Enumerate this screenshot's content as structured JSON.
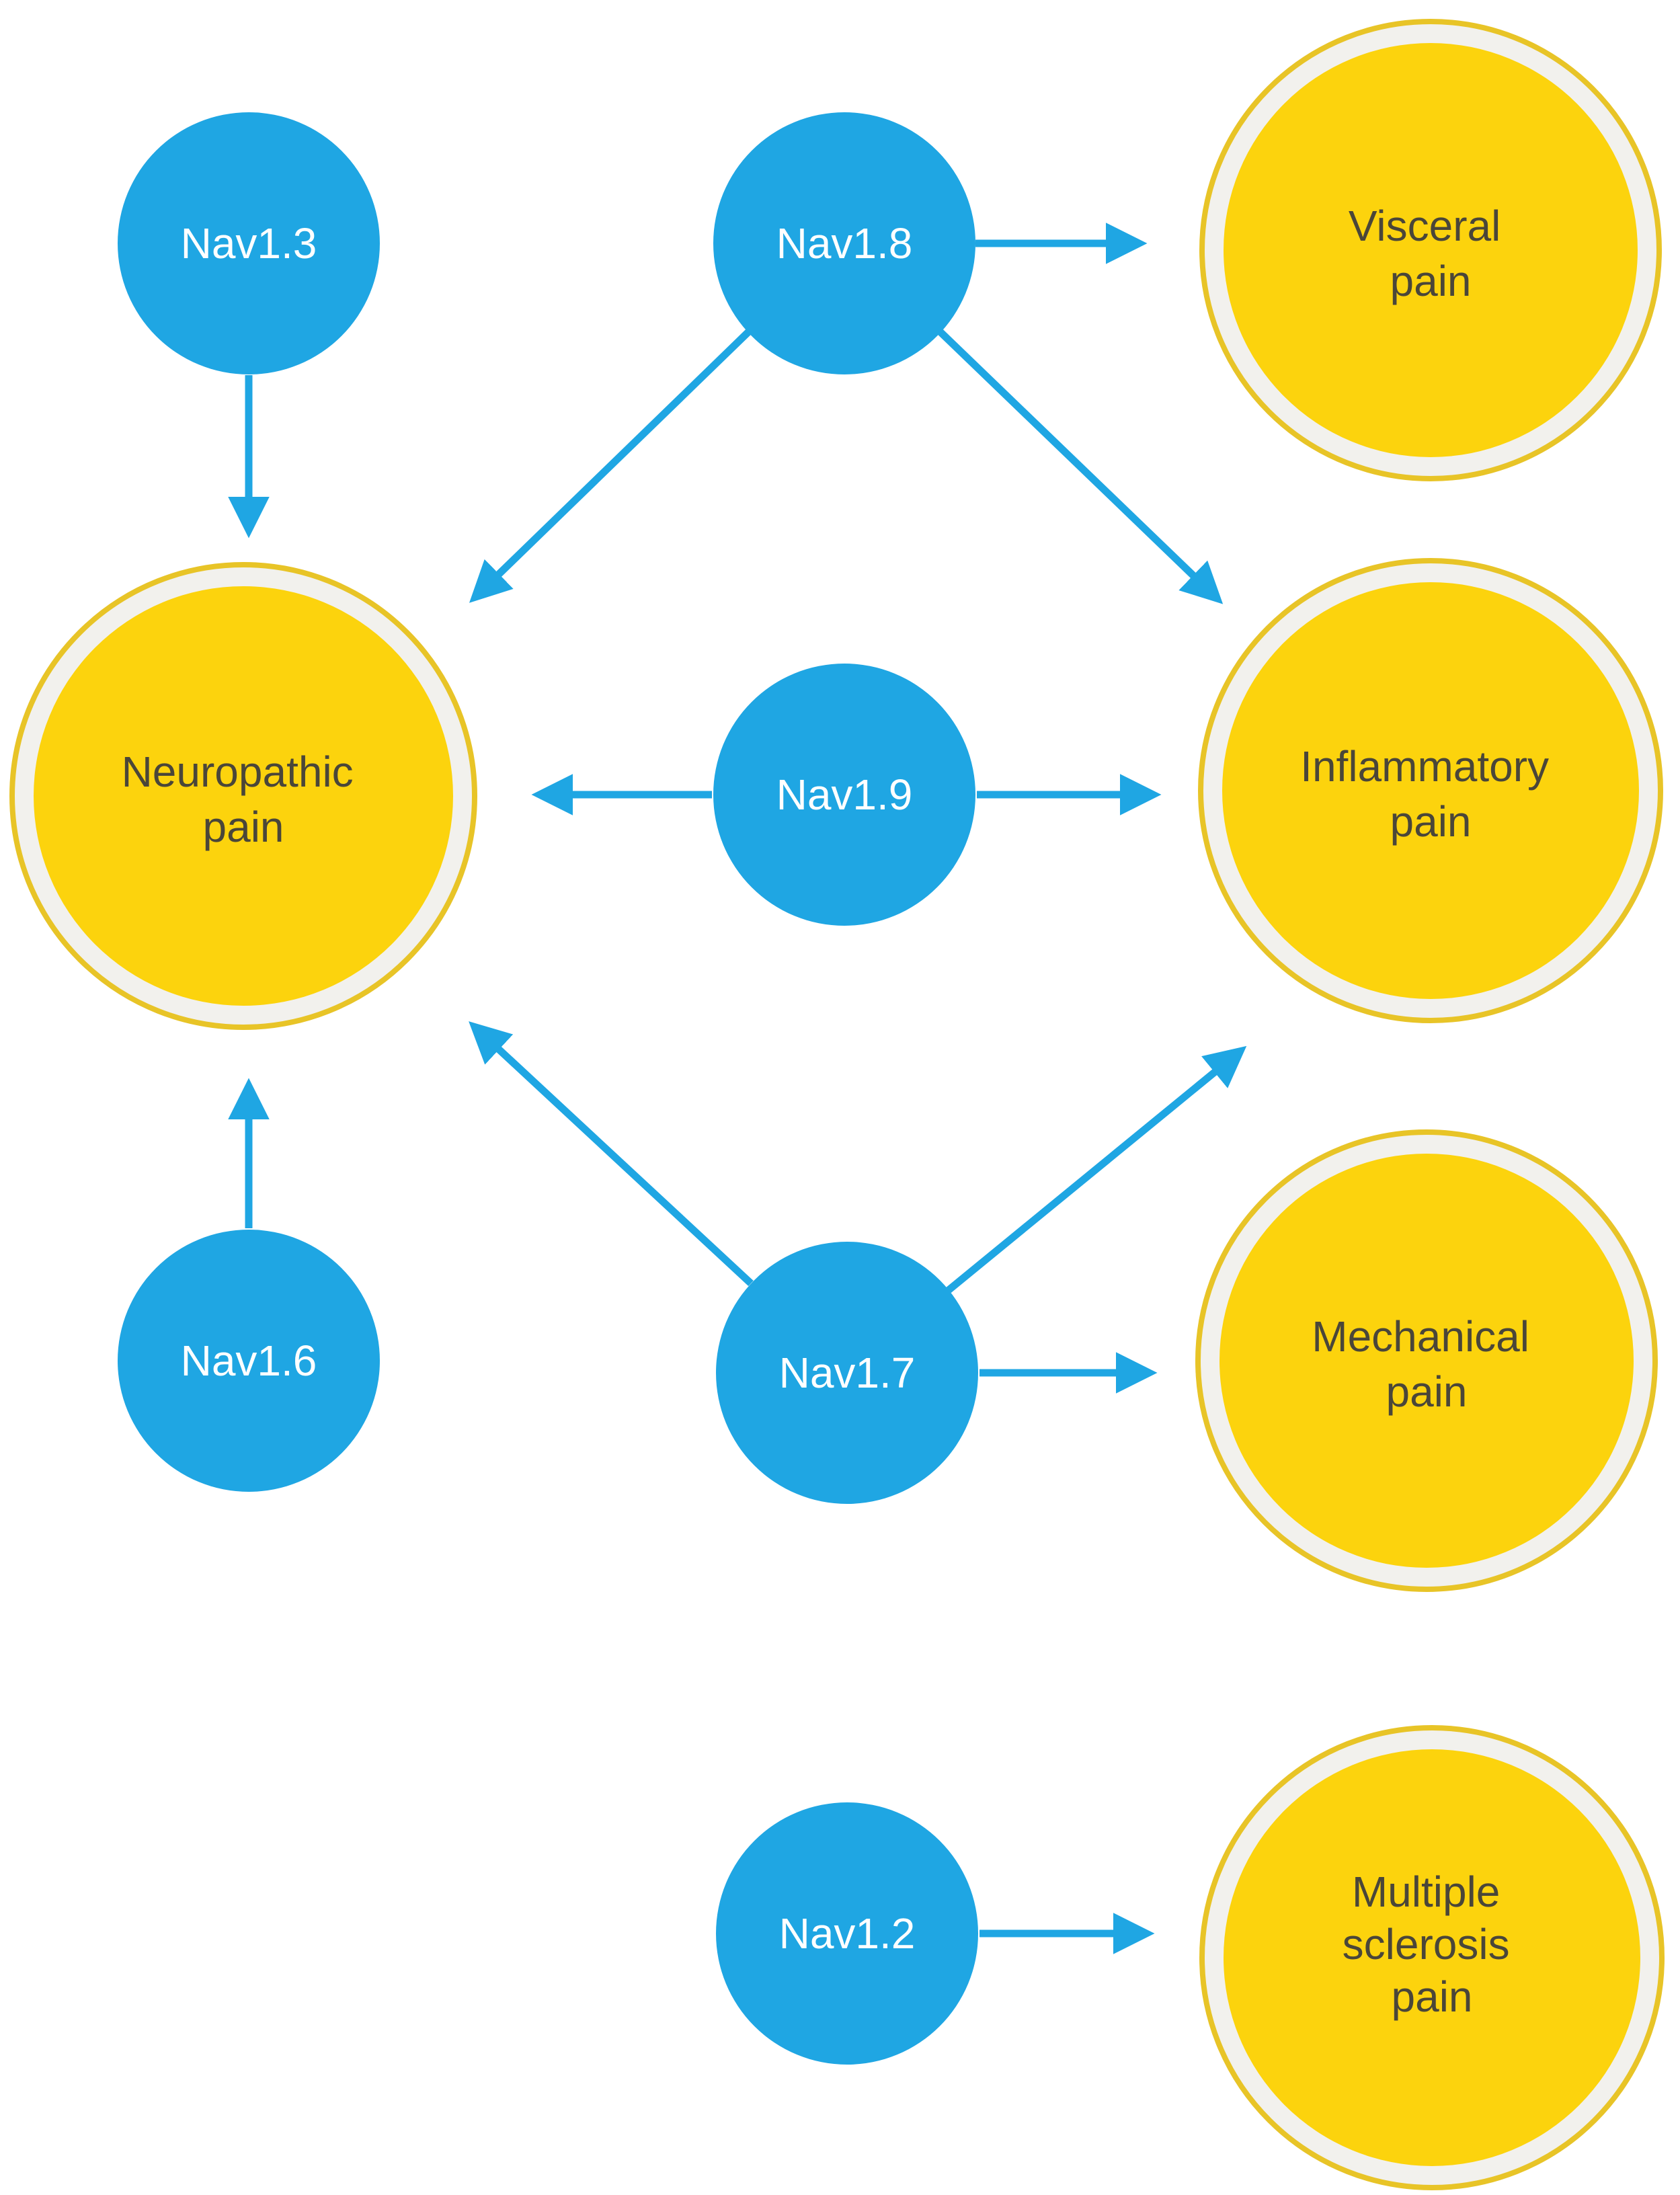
{
  "diagram": {
    "colors": {
      "background": "#FFFFFF",
      "channel_fill": "#1FA6E3",
      "channel_text": "#FFFFFF",
      "pain_fill": "#FCD30D",
      "pain_ring": "#E8C427",
      "pain_gap": "#F2F1ED",
      "pain_text": "#4A4639",
      "arrow": "#1FA6E3"
    },
    "nodes": {
      "nav13": {
        "label": "Nav1.3",
        "type": "sodium-channel"
      },
      "nav18": {
        "label": "Nav1.8",
        "type": "sodium-channel"
      },
      "nav19": {
        "label": "Nav1.9",
        "type": "sodium-channel"
      },
      "nav16": {
        "label": "Nav1.6",
        "type": "sodium-channel"
      },
      "nav17": {
        "label": "Nav1.7",
        "type": "sodium-channel"
      },
      "nav12": {
        "label": "Nav1.2",
        "type": "sodium-channel"
      },
      "visceral": {
        "label": "Visceral pain",
        "lines": [
          "Visceral",
          "pain"
        ],
        "type": "pain-type"
      },
      "neuropathic": {
        "label": "Neuropathic pain",
        "lines": [
          "Neuropathic",
          "pain"
        ],
        "type": "pain-type"
      },
      "inflammatory": {
        "label": "Inflammatory pain",
        "lines": [
          "Inflammatory",
          "pain"
        ],
        "type": "pain-type"
      },
      "mechanical": {
        "label": "Mechanical pain",
        "lines": [
          "Mechanical",
          "pain"
        ],
        "type": "pain-type"
      },
      "multiple_sclerosis": {
        "label": "Multiple sclerosis pain",
        "lines": [
          "Multiple",
          "sclerosis",
          "pain"
        ],
        "type": "pain-type"
      }
    },
    "edges": [
      {
        "from": "Nav1.3",
        "to": "Neuropathic pain"
      },
      {
        "from": "Nav1.8",
        "to": "Visceral pain"
      },
      {
        "from": "Nav1.8",
        "to": "Neuropathic pain"
      },
      {
        "from": "Nav1.8",
        "to": "Inflammatory pain"
      },
      {
        "from": "Nav1.9",
        "to": "Neuropathic pain"
      },
      {
        "from": "Nav1.9",
        "to": "Inflammatory pain"
      },
      {
        "from": "Nav1.6",
        "to": "Neuropathic pain"
      },
      {
        "from": "Nav1.7",
        "to": "Neuropathic pain"
      },
      {
        "from": "Nav1.7",
        "to": "Inflammatory pain"
      },
      {
        "from": "Nav1.7",
        "to": "Mechanical pain"
      },
      {
        "from": "Nav1.2",
        "to": "Multiple sclerosis pain"
      }
    ]
  }
}
